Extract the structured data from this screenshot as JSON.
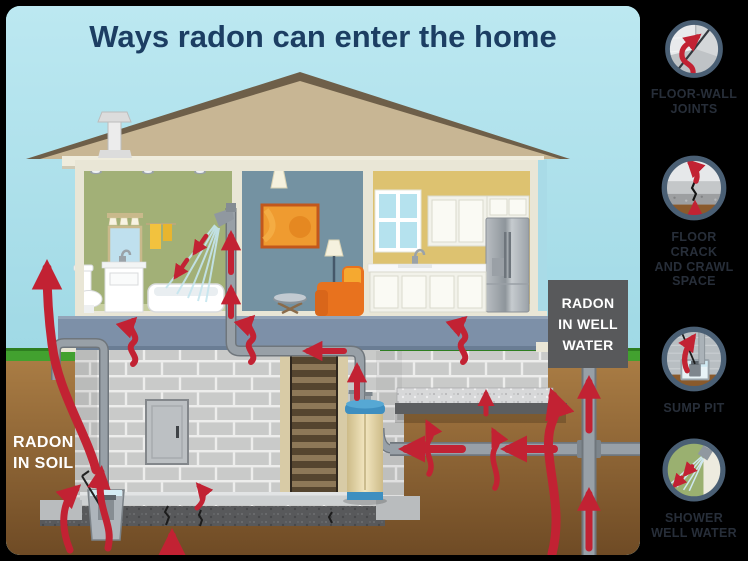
{
  "title": {
    "text": "Ways radon can enter the home",
    "color": "#1c3e63"
  },
  "scene": {
    "sky_top": "#b9e7f0",
    "sky_bottom": "#8fd0de",
    "grass": "#42a12f",
    "grass_shadow": "#2e7e20",
    "soil_top": "#a97c44",
    "soil_bottom": "#6f4b25",
    "arrow_red": "#c22233",
    "house": {
      "roof": "#c8b694",
      "roof_edge": "#6e5f49",
      "trim": "#e9e6d6",
      "bathroom_wall": "#a2b077",
      "living_wall": "#7492a2",
      "kitchen_wall": "#ddc270",
      "rim_band": "#7d90a8",
      "block_fill": "#c9cac9",
      "mortar": "#ededec"
    },
    "labels": {
      "radon_in_soil": "RADON\nIN SOIL",
      "radon_in_well_water": "RADON\nIN WELL\nWATER"
    },
    "sign_bg": "#58595b"
  },
  "sidebar": {
    "bg": "#000000",
    "label_color": "#272e39",
    "ring_color": "#4a5f74",
    "items": [
      {
        "label": "FLOOR-WALL\nJOINTS",
        "icon": "floor-wall-joint-icon"
      },
      {
        "label": "FLOOR\nCRACK\nAND CRAWL\nSPACE",
        "icon": "floor-crack-icon"
      },
      {
        "label": "SUMP PIT",
        "icon": "sump-pit-icon"
      },
      {
        "label": "SHOWER\nWELL WATER",
        "icon": "shower-well-water-icon"
      }
    ]
  }
}
